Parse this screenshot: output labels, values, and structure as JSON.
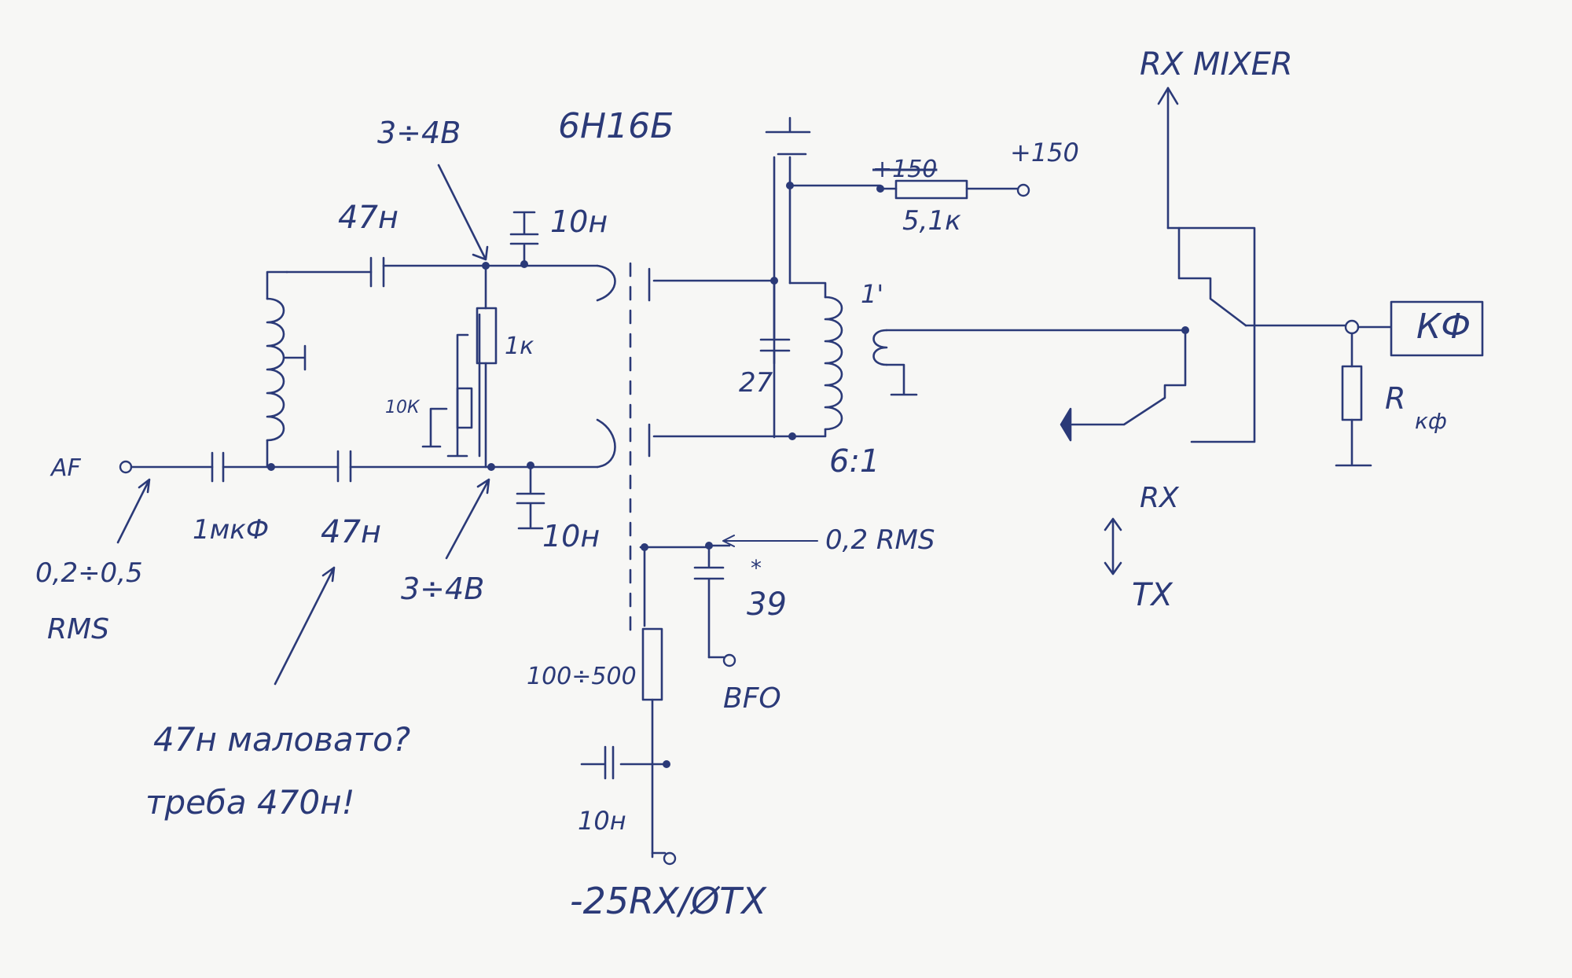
{
  "tube_type": "6Н16Б",
  "inputs": {
    "af_label": "AF",
    "af_level": "0,2÷0,5",
    "af_level_unit": "RMS",
    "bfo_label": "BFO",
    "bfo_level": "0,2 RMS"
  },
  "supply": {
    "b_plus": "+150",
    "b_plus_crossed": "+150",
    "bias": "-25RX/ØTX"
  },
  "components": {
    "cap_top_47": "47н",
    "cap_bottom_47": "47н",
    "cap_input": "1мкФ",
    "cap_grid_top": "10н",
    "cap_grid_bottom": "10н",
    "res_1k": "1к",
    "pot_10k": "10К",
    "res_51k": "5,1к",
    "cap_tank": "27",
    "cap_bfo": "39",
    "cap_bfo_star": "*",
    "res_cathode": "100÷500",
    "cap_cathode": "10н",
    "transformer_ratio": "6:1",
    "secondary_mark": "1'"
  },
  "voltages": {
    "grid_top": "3÷4В",
    "grid_bottom": "3÷4В"
  },
  "switching": {
    "rx_mixer": "RX MIXER",
    "filter": "КФ",
    "r_filter": "R",
    "r_filter_sub": "кф",
    "rx": "RX",
    "tx": "TX"
  },
  "notes": {
    "note_line1": "47н маловато?",
    "note_line2": "треба 470н!"
  }
}
